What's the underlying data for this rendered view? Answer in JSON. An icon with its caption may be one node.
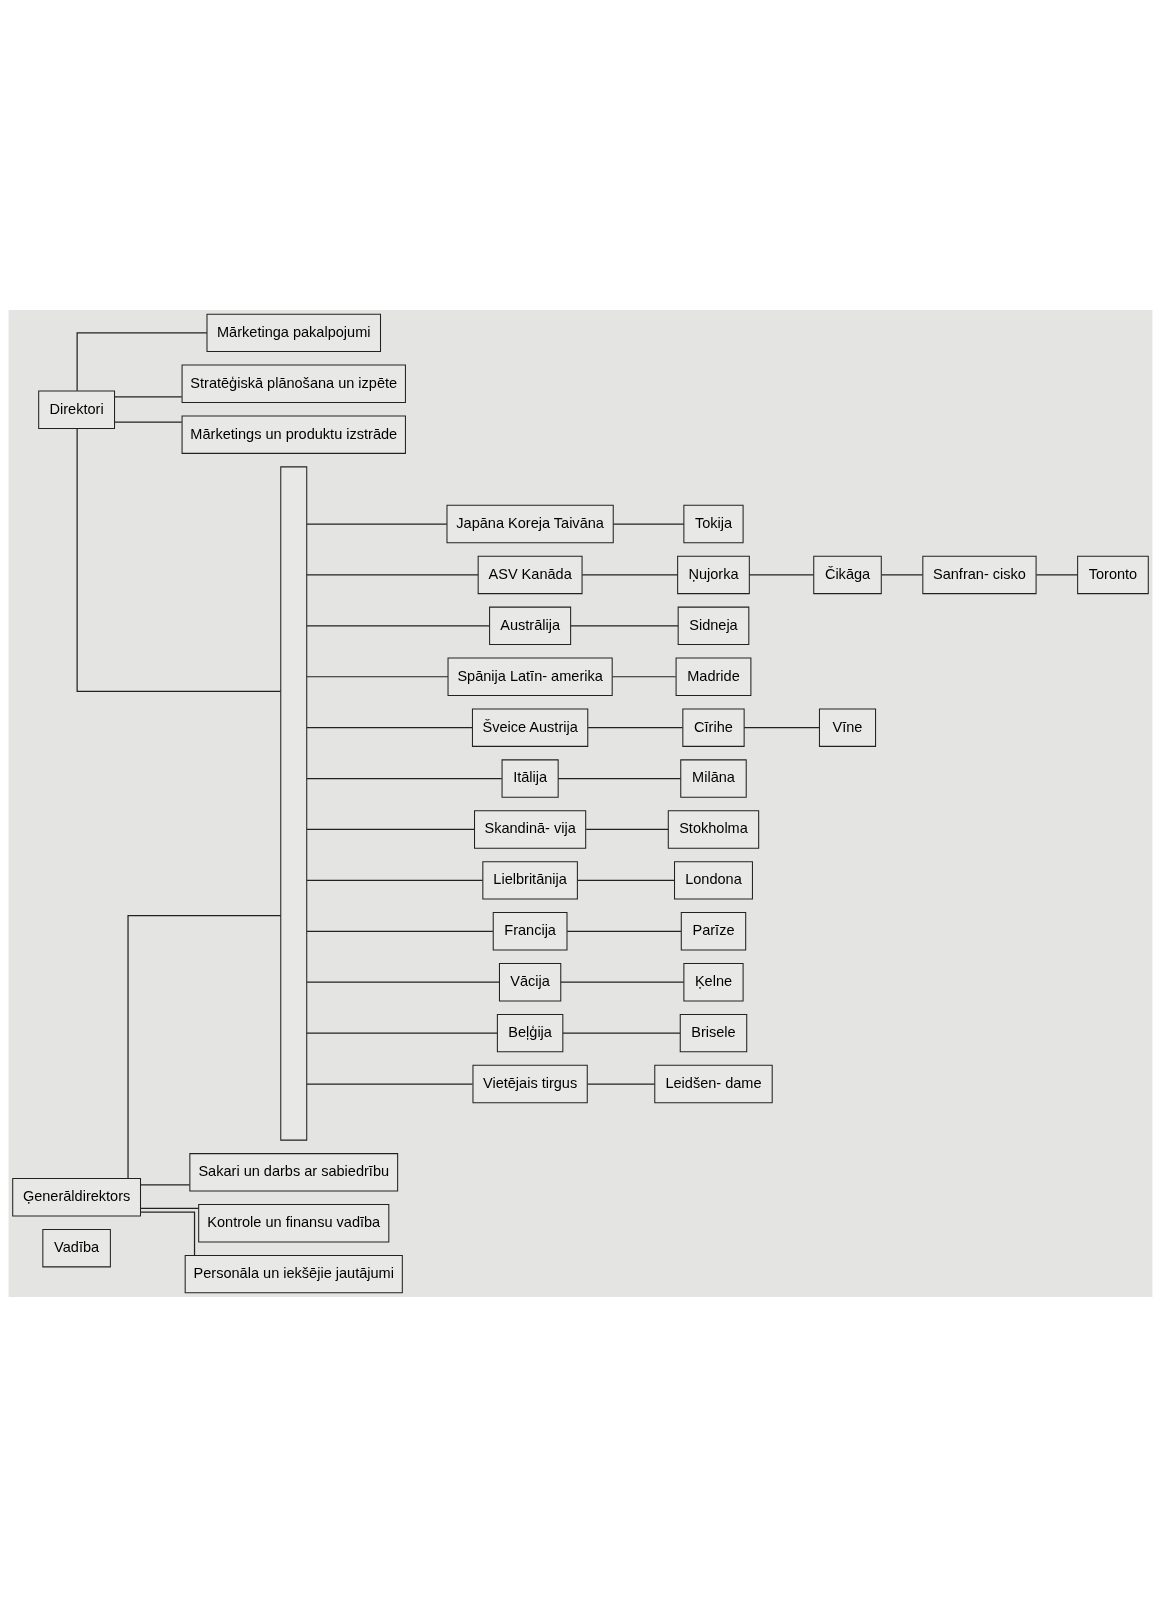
{
  "diagram": {
    "nodes": [
      {
        "text": [
          "Vadība"
        ]
      },
      {
        "text": [
          "Direktori"
        ]
      },
      {
        "text": [
          "Ģenerāldirektors"
        ]
      },
      {
        "text": [
          "Mārketinga pakalpojumi"
        ]
      },
      {
        "text": [
          "Stratēģiskā plānošana un izpēte"
        ]
      },
      {
        "text": [
          "Mārketings un produktu izstrāde"
        ]
      },
      {
        "text": [
          "Sakari un darbs ar sabiedrību"
        ]
      },
      {
        "text": [
          "Kontrole un finansu vadība"
        ]
      },
      {
        "text": [
          "Personāla un iekšējie jautājumi"
        ]
      },
      {
        "text": [],
        "shape": "bar"
      },
      {
        "text": [
          "Japāna Koreja Taivāna"
        ]
      },
      {
        "text": [
          "ASV Kanāda"
        ]
      },
      {
        "text": [
          "Austrālija"
        ]
      },
      {
        "text": [
          "Spānija Latīn- amerika"
        ]
      },
      {
        "text": [
          "Šveice Austrija"
        ]
      },
      {
        "text": [
          "Itālija"
        ]
      },
      {
        "text": [
          "Skandinā- vija"
        ]
      },
      {
        "text": [
          "Lielbritānija"
        ]
      },
      {
        "text": [
          "Francija"
        ]
      },
      {
        "text": [
          "Vācija"
        ]
      },
      {
        "text": [
          "Beļģija"
        ]
      },
      {
        "text": [
          "Vietējais tirgus"
        ]
      },
      {
        "text": [
          "Tokija"
        ]
      },
      {
        "text": [
          "Ņujorka"
        ]
      },
      {
        "text": [
          "Sidneja"
        ]
      },
      {
        "text": [
          "Madride"
        ]
      },
      {
        "text": [
          "Cīrihe"
        ]
      },
      {
        "text": [
          "Milāna"
        ]
      },
      {
        "text": [
          "Stokholma"
        ]
      },
      {
        "text": [
          "Londona"
        ]
      },
      {
        "text": [
          "Parīze"
        ]
      },
      {
        "text": [
          "Ķelne"
        ]
      },
      {
        "text": [
          "Brisele"
        ]
      },
      {
        "text": [
          "Leidšen- dame"
        ]
      },
      {
        "text": [
          "Čikāga"
        ]
      },
      {
        "text": [
          "Sanfran- cisko"
        ]
      },
      {
        "text": [
          "Toronto"
        ]
      },
      {
        "text": [
          "Vīne"
        ]
      }
    ],
    "edges": [
      {
        "from": 1,
        "to": 3,
        "arrow": "none"
      },
      {
        "from": 1,
        "to": 4,
        "arrow": "none"
      },
      {
        "from": 1,
        "to": 5,
        "arrow": "none"
      },
      {
        "from": 1,
        "to": 9,
        "arrow": "none"
      },
      {
        "from": 2,
        "to": 9,
        "arrow": "none"
      },
      {
        "from": 2,
        "to": 6,
        "arrow": "none"
      },
      {
        "from": 2,
        "to": 7,
        "arrow": "none"
      },
      {
        "from": 2,
        "to": 8,
        "arrow": "none"
      },
      {
        "from": 9,
        "to": 10,
        "arrow": "none"
      },
      {
        "from": 9,
        "to": 11,
        "arrow": "none"
      },
      {
        "from": 9,
        "to": 12,
        "arrow": "none"
      },
      {
        "from": 9,
        "to": 13,
        "arrow": "none"
      },
      {
        "from": 9,
        "to": 14,
        "arrow": "none"
      },
      {
        "from": 9,
        "to": 15,
        "arrow": "none"
      },
      {
        "from": 9,
        "to": 16,
        "arrow": "none"
      },
      {
        "from": 9,
        "to": 17,
        "arrow": "none"
      },
      {
        "from": 9,
        "to": 18,
        "arrow": "none"
      },
      {
        "from": 9,
        "to": 19,
        "arrow": "none"
      },
      {
        "from": 9,
        "to": 20,
        "arrow": "none"
      },
      {
        "from": 9,
        "to": 21,
        "arrow": "none"
      },
      {
        "from": 10,
        "to": 22,
        "arrow": "none"
      },
      {
        "from": 11,
        "to": 23,
        "arrow": "none"
      },
      {
        "from": 12,
        "to": 24,
        "arrow": "none"
      },
      {
        "from": 13,
        "to": 25,
        "arrow": "none"
      },
      {
        "from": 14,
        "to": 26,
        "arrow": "none"
      },
      {
        "from": 15,
        "to": 27,
        "arrow": "none"
      },
      {
        "from": 16,
        "to": 28,
        "arrow": "none"
      },
      {
        "from": 17,
        "to": 29,
        "arrow": "none"
      },
      {
        "from": 18,
        "to": 30,
        "arrow": "none"
      },
      {
        "from": 19,
        "to": 31,
        "arrow": "none"
      },
      {
        "from": 20,
        "to": 32,
        "arrow": "none"
      },
      {
        "from": 21,
        "to": 33,
        "arrow": "none"
      },
      {
        "from": 23,
        "to": 34,
        "arrow": "none"
      },
      {
        "from": 34,
        "to": 35,
        "arrow": "none"
      },
      {
        "from": 35,
        "to": 36,
        "arrow": "none"
      },
      {
        "from": 26,
        "to": 37,
        "arrow": "none"
      }
    ]
  }
}
